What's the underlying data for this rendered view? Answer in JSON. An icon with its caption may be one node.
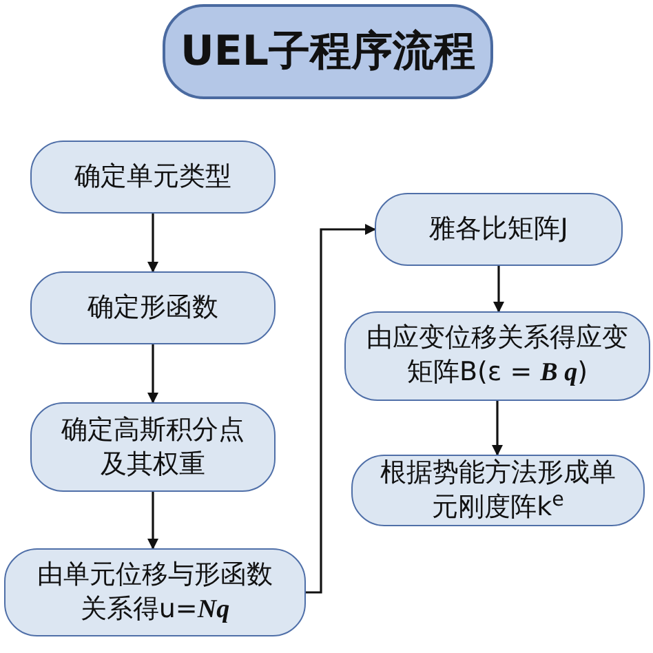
{
  "diagram": {
    "title": "UEL子程序流程",
    "nodes": [
      {
        "text": [
          "确定单元类型"
        ]
      },
      {
        "text": [
          "确定形函数"
        ]
      },
      {
        "text": [
          "确定高斯积分点及其权重"
        ]
      },
      {
        "text": [
          "由单元位移与形函数关系得u=*Nq*"
        ]
      },
      {
        "text": [
          "雅各比矩阵J"
        ]
      },
      {
        "text": [
          "由应变位移关系得应变矩阵B(ε = *B q*)"
        ]
      },
      {
        "text": [
          "根据势能方法形成单元刚度阵k$^{e}$"
        ]
      }
    ],
    "edges": [
      {
        "from": 0,
        "to": 1,
        "arrow": "to"
      },
      {
        "from": 1,
        "to": 2,
        "arrow": "to"
      },
      {
        "from": 2,
        "to": 3,
        "arrow": "to"
      },
      {
        "from": 3,
        "to": 4,
        "arrow": "to"
      },
      {
        "from": 4,
        "to": 5,
        "arrow": "to"
      },
      {
        "from": 5,
        "to": 6,
        "arrow": "to"
      }
    ]
  }
}
